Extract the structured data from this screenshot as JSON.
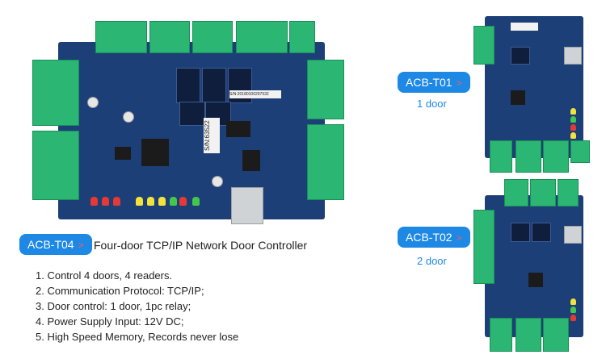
{
  "main_product": {
    "badge": "ACB-T04",
    "title": "Four-door TCP/IP Network Door Controller",
    "features": [
      "1. Control 4 doors, 4 readers.",
      "2. Communication Protocol: TCP/IP;",
      "3. Door control: 1 door, 1pc relay;",
      "4. Power Supply Input: 12V DC;",
      "5. High Speed Memory, Records never lose"
    ],
    "serial_sticker": "S/N:63522",
    "small_sticker": "S/N:20180100297532"
  },
  "variants": [
    {
      "badge": "ACB-T01",
      "caption": "1 door"
    },
    {
      "badge": "ACB-T02",
      "caption": "2 door"
    }
  ],
  "colors": {
    "accent": "#1e88e5",
    "arrow": "#ff5a5a",
    "pcb": "#1d3f78",
    "terminal": "#2bb673"
  },
  "icons": {
    "badge_arrow": "chevron-right-icon"
  }
}
